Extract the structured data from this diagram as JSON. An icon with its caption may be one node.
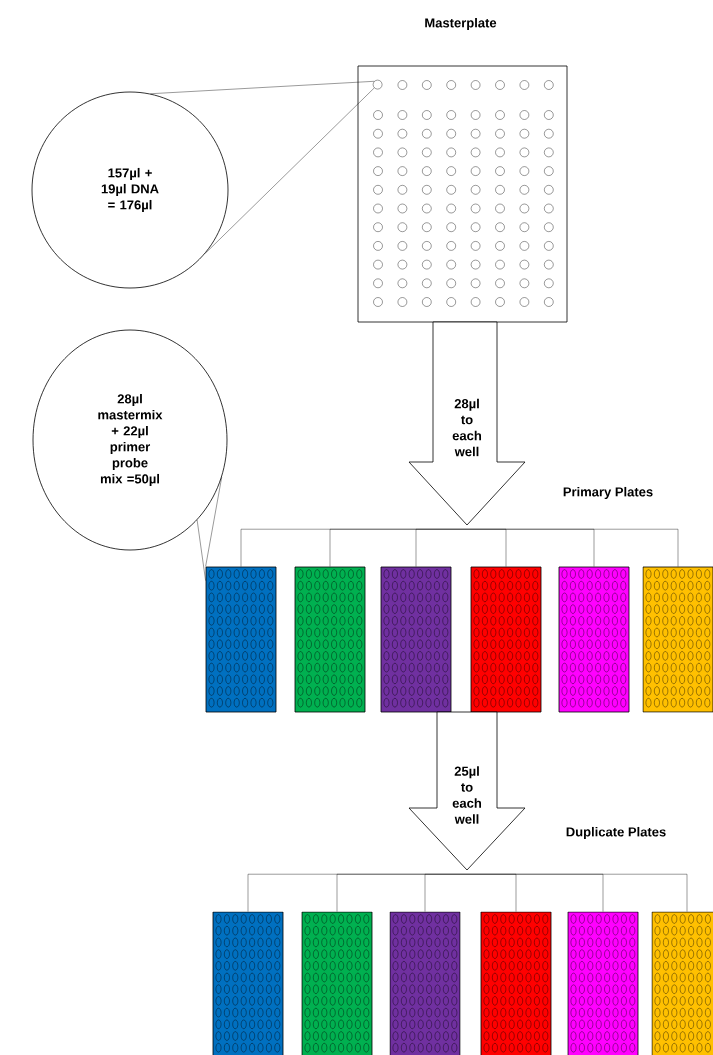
{
  "diagram": {
    "nodes": [
      {
        "text": [
          "Masterplate"
        ]
      },
      {
        "text": [],
        "shape": "circle",
        "in": 0
      },
      {
        "text": [
          "157µl + 19µl DNA = 176µl"
        ]
      },
      {
        "text": [
          "28µl mastermix + 22µl primer probe mix =50µl"
        ]
      },
      {
        "text": [
          "28µl to each well"
        ]
      },
      {
        "text": [],
        "shape": "box"
      },
      {
        "text": [],
        "shape": "box"
      },
      {
        "text": [],
        "shape": "box"
      },
      {
        "text": [],
        "shape": "box"
      },
      {
        "text": [],
        "shape": "box"
      },
      {
        "text": [],
        "shape": "box"
      },
      {
        "text": [
          "25µl to each well"
        ]
      },
      {
        "text": [],
        "shape": "box"
      },
      {
        "text": [],
        "shape": "box"
      },
      {
        "text": [],
        "shape": "box"
      },
      {
        "text": [],
        "shape": "box"
      },
      {
        "text": [],
        "shape": "box"
      },
      {
        "text": [],
        "shape": "box"
      }
    ],
    "edges": [
      {
        "from": 2,
        "to": 1,
        "arrow": "none"
      },
      {
        "from": 2,
        "to": 1,
        "arrow": "none"
      },
      {
        "from": 3,
        "to": 5,
        "arrow": "none"
      },
      {
        "from": 3,
        "to": 5,
        "arrow": "none"
      },
      {
        "from": 4,
        "to": 5,
        "arrow": "none"
      },
      {
        "from": 4,
        "to": 6,
        "arrow": "none"
      },
      {
        "from": 4,
        "to": 7,
        "arrow": "none"
      },
      {
        "from": 4,
        "to": 8,
        "arrow": "none"
      },
      {
        "from": 4,
        "to": 9,
        "arrow": "none"
      },
      {
        "from": 4,
        "to": 10,
        "arrow": "none"
      },
      {
        "from": 11,
        "to": 12,
        "arrow": "none"
      },
      {
        "from": 11,
        "to": 13,
        "arrow": "none"
      },
      {
        "from": 11,
        "to": 14,
        "arrow": "none"
      },
      {
        "from": 11,
        "to": 15,
        "arrow": "none"
      },
      {
        "from": 11,
        "to": 16,
        "arrow": "none"
      },
      {
        "from": 11,
        "to": 17,
        "arrow": "none"
      }
    ],
    "labels": [
      "Primary Plates",
      "Duplicate Plates"
    ]
  }
}
